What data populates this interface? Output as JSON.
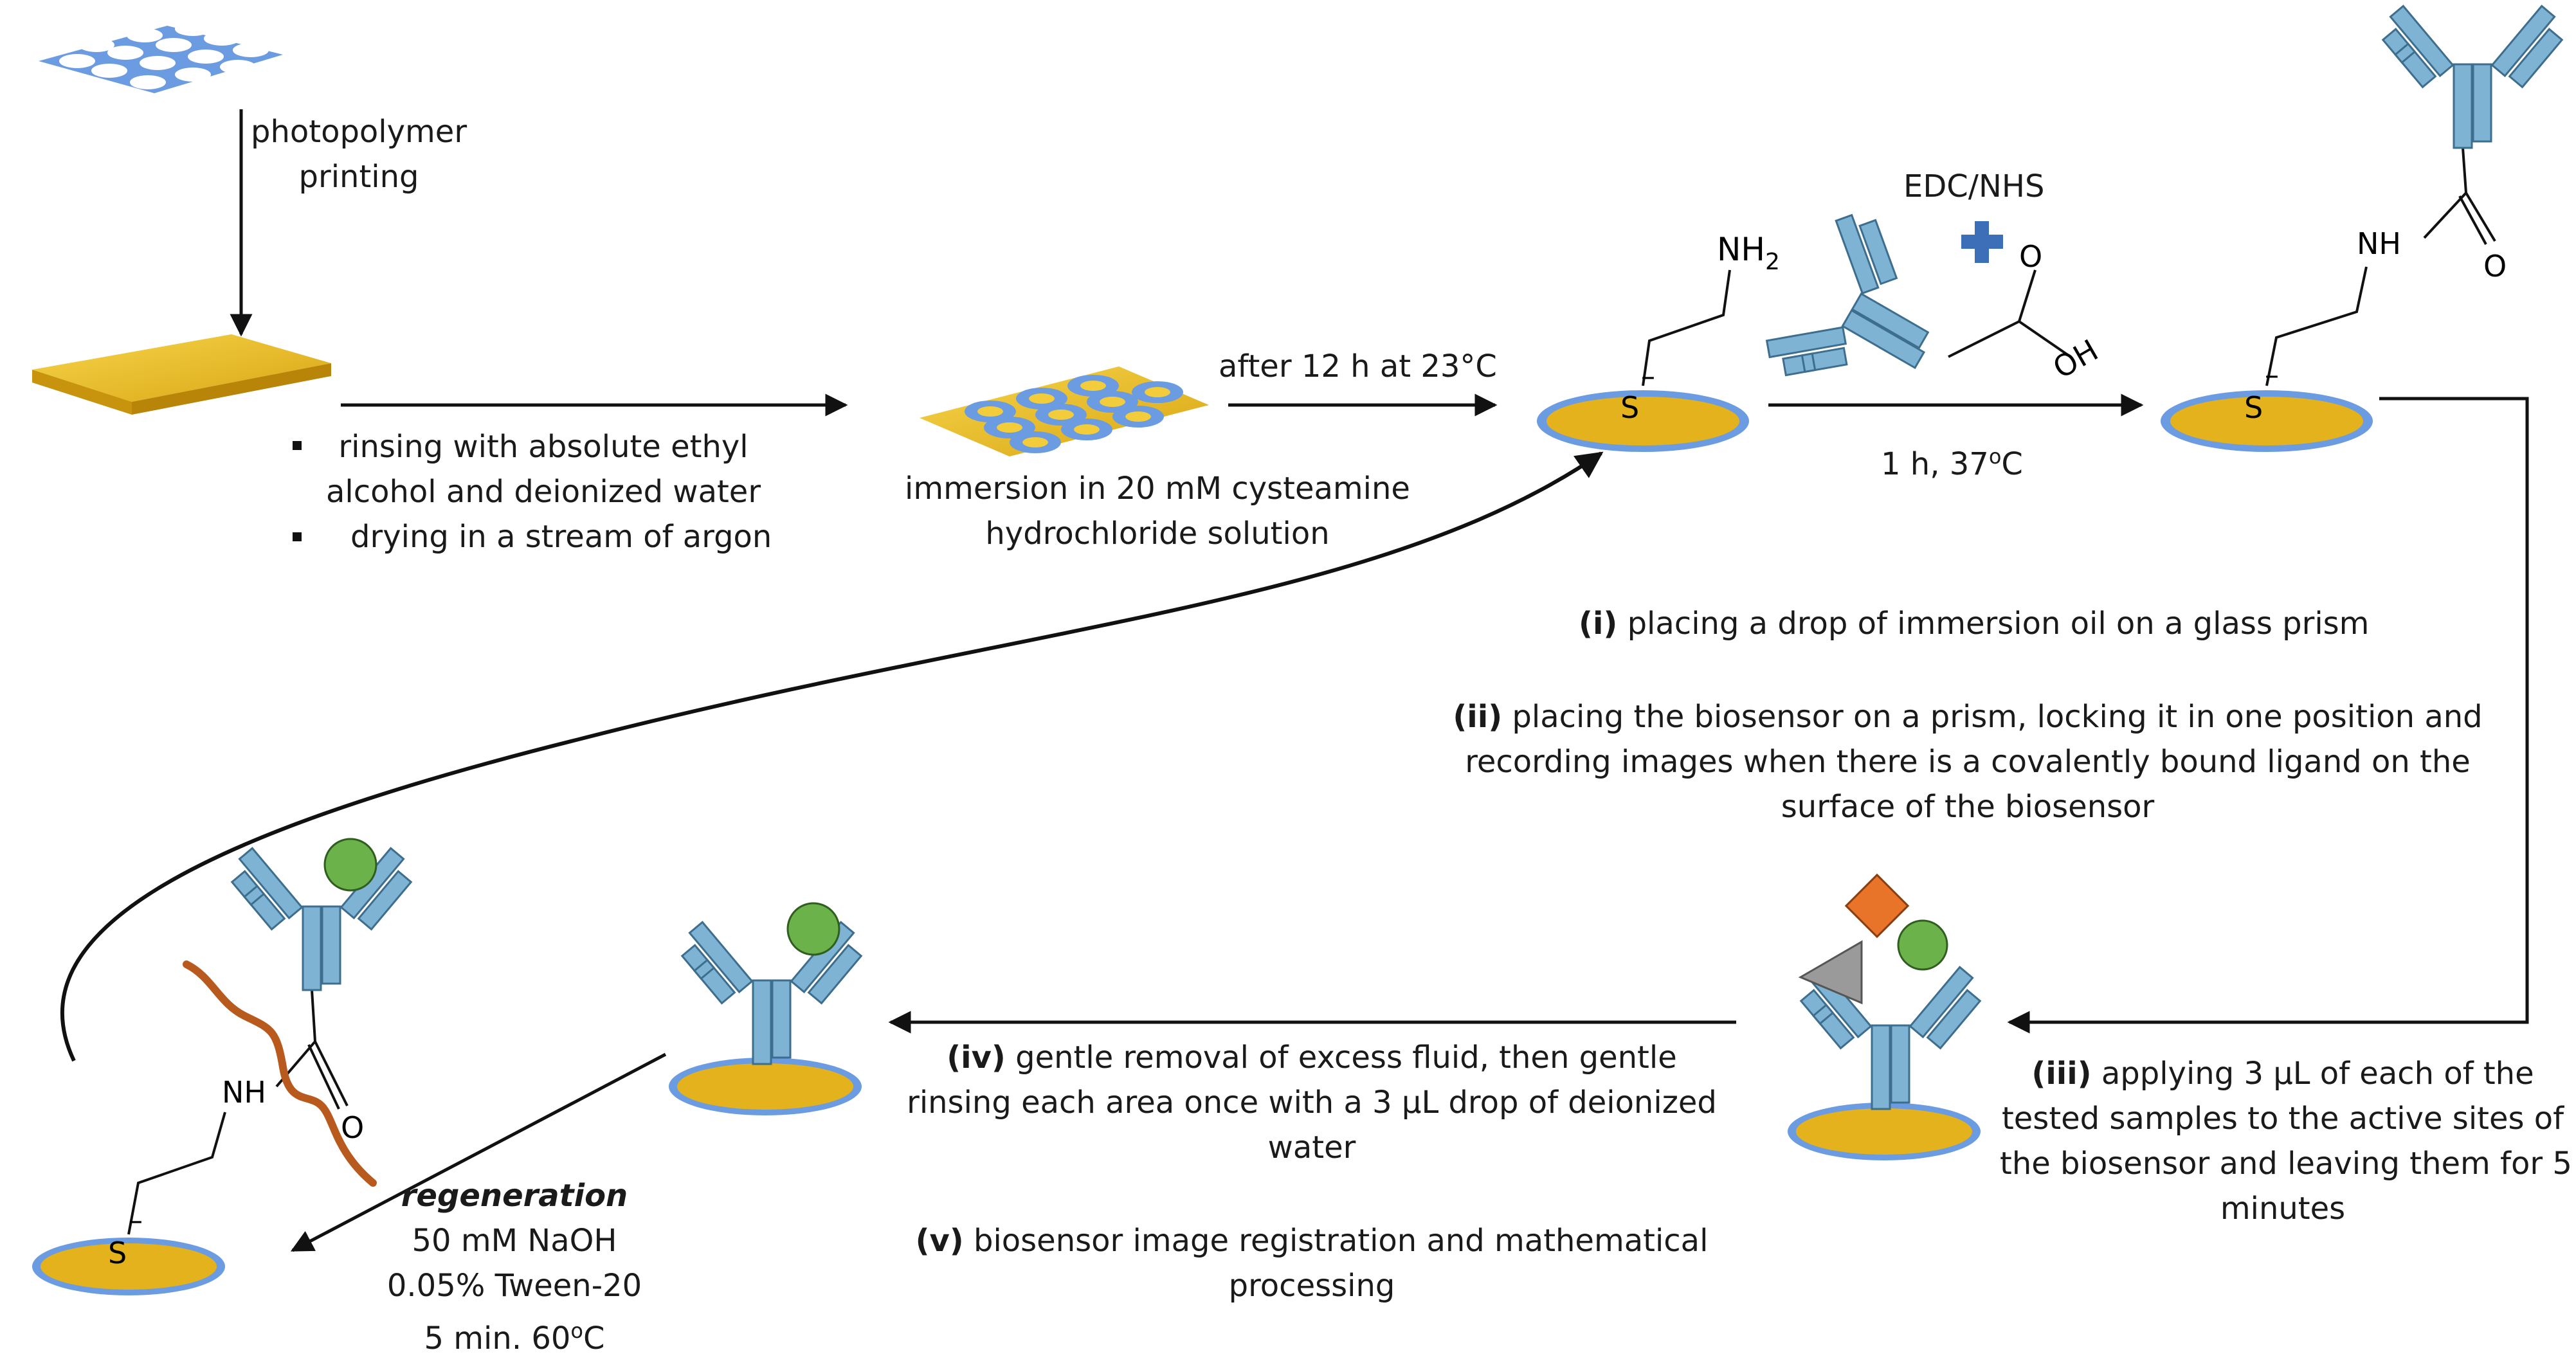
{
  "steps": {
    "photopolymer": [
      "photopolymer",
      "printing"
    ],
    "rinse_bullets": [
      "rinsing with absolute ethyl",
      "alcohol and deionized water",
      "drying in a stream of argon"
    ],
    "immersion": [
      "immersion in 20 mM cysteamine",
      "hydrochloride solution"
    ],
    "after": "after 12 h at 23°C",
    "edc": "EDC/NHS",
    "incubation": "1 h, 37",
    "incubation_unit": "C",
    "degree_mark": "o",
    "step_i": {
      "num": "(i)",
      "text": " placing a drop of immersion oil on a glass prism"
    },
    "step_ii": {
      "num": "(ii)",
      "line1": " placing the biosensor on a prism, locking it in one position and",
      "line2": "recording images when there is a covalently bound ligand on the",
      "line3": "surface of the biosensor"
    },
    "step_iii": {
      "num": "(iii)",
      "line1": " applying 3 µL of each of the",
      "line2": "tested samples to the active sites of",
      "line3": "the biosensor and leaving them for 5",
      "line4": "minutes"
    },
    "step_iv": {
      "num": "(iv)",
      "line1": " gentle removal of excess fluid, then gentle",
      "line2": "rinsing each area once with a 3 µL drop of deionized",
      "line3": "water"
    },
    "step_v": {
      "num": "(v)",
      "line1": " biosensor image registration and mathematical",
      "line2": "processing"
    },
    "regeneration": {
      "title": "regeneration",
      "line1": "50 mM NaOH",
      "line2": "0.05% Tween-20",
      "line3": "5 min. 60",
      "line3_unit": "C"
    }
  },
  "chem": {
    "nh2": "NH",
    "nh2_sub": "2",
    "s": "S",
    "s_charge": "–",
    "o": "O",
    "oh": "OH",
    "nh": "NH"
  },
  "colors": {
    "gold": "#E3B21C",
    "gold_light": "#F2CC3A",
    "blue_ring": "#6B9BE0",
    "antibody": "#7FB3D3",
    "antibody_stroke": "#3E6E8E",
    "green": "#6BB24A",
    "orange": "#E8742A",
    "grey": "#9A9A9A",
    "rope": "#B85A1E",
    "plus": "#3C6FB8"
  }
}
